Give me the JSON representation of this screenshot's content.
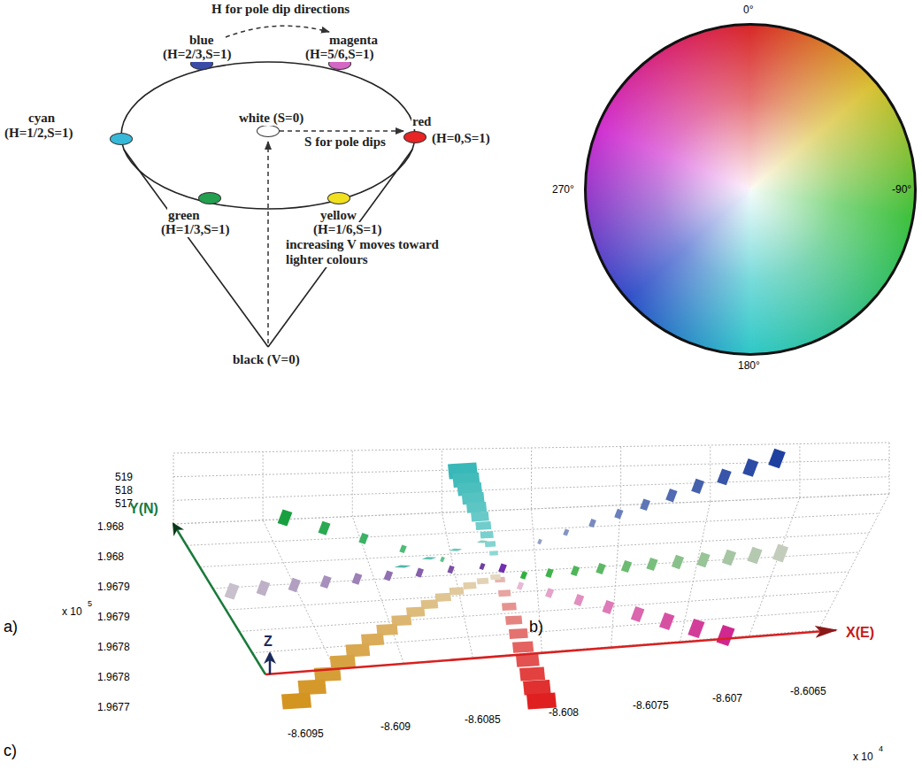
{
  "diagram": {
    "nodes": [
      {
        "text": [
          "blue",
          "(H=2/3,S=1)"
        ]
      },
      {
        "text": [
          "magenta",
          "(H=5/6,S=1)"
        ]
      },
      {
        "text": [
          "cyan",
          "(H=1/2,S=1)"
        ]
      },
      {
        "text": [
          "white (S=0)"
        ]
      },
      {
        "text": [
          "red",
          "(H=0,S=1)"
        ]
      },
      {
        "text": [
          "green",
          "(H=1/3,S=1)"
        ]
      },
      {
        "text": [
          "yellow",
          "(H=1/6,S=1)"
        ]
      }
    ],
    "edges": [
      {
        "from": 3,
        "to": 4,
        "arrow": "to",
        "label": "S for pole dips"
      }
    ],
    "labels": [
      "H for pole dip directions",
      "increasing V moves toward lighter colours",
      "black (V=0)",
      "a)",
      "b)",
      "c)",
      "0°",
      "270°",
      "-90°",
      "180°",
      "519",
      "518",
      "517",
      "Y(N)",
      "1.968",
      "1.968",
      "1.9679",
      "1.9679",
      "1.9678",
      "1.9678",
      "1.9677",
      "x 10",
      "5",
      "Z",
      "X(E)",
      "-8.6095",
      "-8.609",
      "-8.6085",
      "-8.608",
      "-8.6075",
      "-8.607",
      "-8.6065",
      "x 10",
      "4"
    ]
  }
}
